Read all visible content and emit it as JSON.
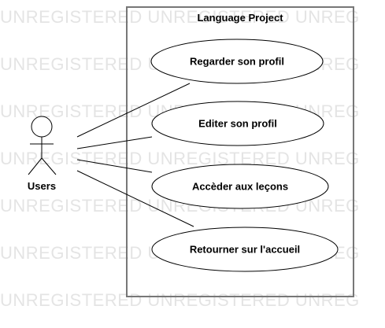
{
  "watermark": {
    "text": "UNREGISTERED UNREGISTERED UNREG",
    "color": "#e4e4e4"
  },
  "system": {
    "title": "Language Project",
    "border_color": "#777777"
  },
  "actor": {
    "name": "Users"
  },
  "use_cases": [
    {
      "label": "Regarder son profil"
    },
    {
      "label": "Editer son profil"
    },
    {
      "label": "Accèder aux leçons"
    },
    {
      "label": "Retourner sur l'accueil"
    }
  ],
  "associations": [
    {
      "actor": "Users",
      "use_case": "Regarder son profil"
    },
    {
      "actor": "Users",
      "use_case": "Editer son profil"
    },
    {
      "actor": "Users",
      "use_case": "Accèder aux leçons"
    },
    {
      "actor": "Users",
      "use_case": "Retourner sur l'accueil"
    }
  ]
}
